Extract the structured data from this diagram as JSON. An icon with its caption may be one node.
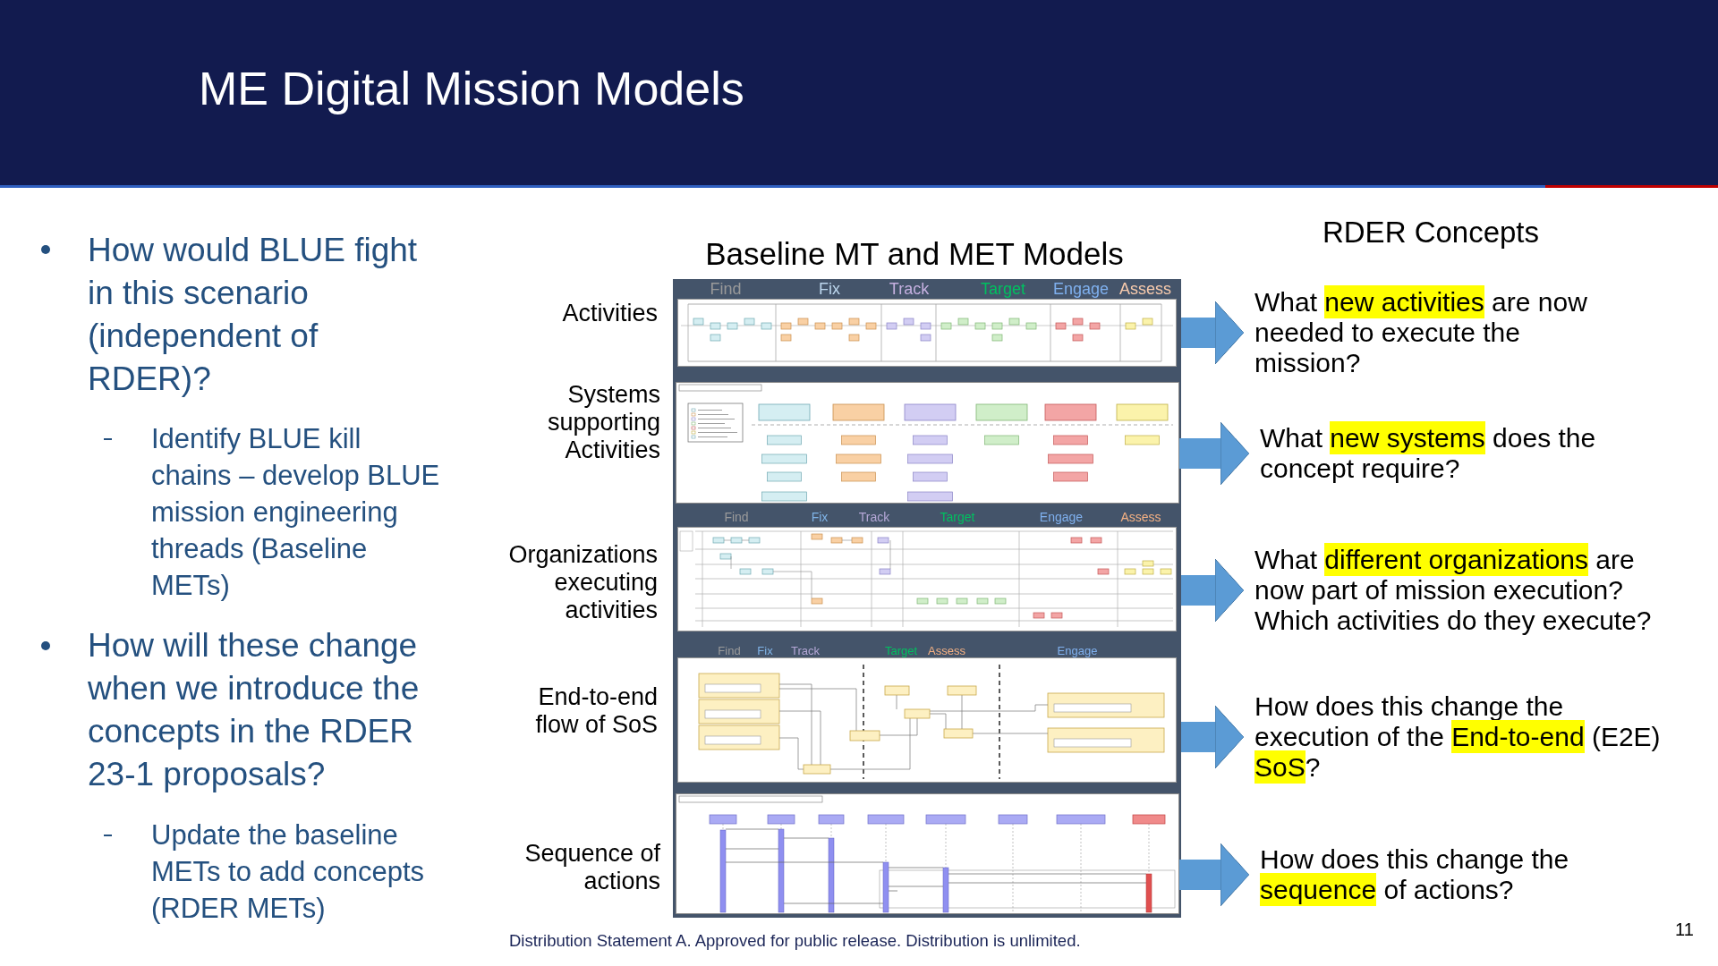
{
  "diagram": {
    "title": "ME Digital Mission Models",
    "nodes": [
      {
        "text": [
          "Find",
          "Fix",
          "Track",
          "Target",
          "Engage",
          "Assess"
        ],
        "beside": [
          "Activities"
        ]
      },
      {
        "text": [
          "What **new activities** are now needed to execute the mission?"
        ]
      },
      {
        "text": [],
        "shape": "picture",
        "beside": [
          "Systems supporting Activities"
        ]
      },
      {
        "text": [
          "What **new systems** does the concept require?"
        ]
      },
      {
        "text": [
          "Find",
          "Fix",
          "Track",
          "Target",
          "Engage",
          "Assess"
        ],
        "beside": [
          "Organizations executing activities"
        ]
      },
      {
        "text": [
          "What **different organizations** are now part of mission execution? Which activities do they execute?"
        ]
      },
      {
        "text": [
          "Find",
          "Fix",
          "Track",
          "Target",
          "Assess",
          "Engage"
        ],
        "beside": [
          "End-to-end flow of SoS"
        ]
      },
      {
        "text": [
          "How does this change the execution of the **End-to-end** (E2E) **SoS**?"
        ]
      },
      {
        "text": [],
        "shape": "picture",
        "beside": [
          "Sequence of actions"
        ]
      },
      {
        "text": [
          "How does this change the **sequence** of actions?"
        ]
      }
    ],
    "edges": [
      {
        "from": 0,
        "to": 1,
        "arrow": "to"
      },
      {
        "from": 2,
        "to": 3,
        "arrow": "to"
      },
      {
        "from": 4,
        "to": 5,
        "arrow": "to"
      },
      {
        "from": 6,
        "to": 7,
        "arrow": "to"
      },
      {
        "from": 8,
        "to": 9,
        "arrow": "to"
      }
    ],
    "labels": [
      "How would BLUE fight in this scenario (independent of RDER)?",
      "Identify BLUE kill chains – develop BLUE mission engineering threads (Baseline METs)",
      "How will these change when we introduce the concepts in the RDER 23-1 proposals?",
      "Update the baseline METs to add concepts (RDER METs)",
      "Baseline MT and MET Models",
      "RDER Concepts",
      "Distribution Statement A. Approved for public release. Distribution is unlimited.",
      "11"
    ]
  }
}
